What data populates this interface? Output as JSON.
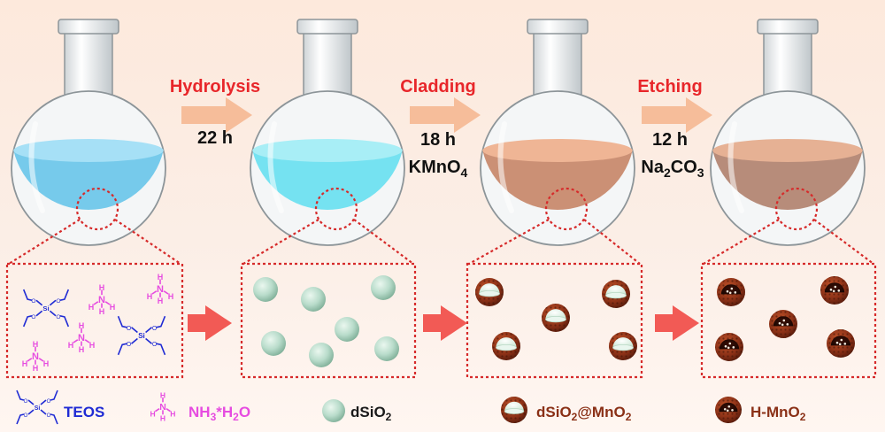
{
  "colors": {
    "title_red": "#e8262a",
    "arrow_peach": "#f6bd9a",
    "arrow_red": "#f25a55",
    "teos_blue": "#1f2bd4",
    "nh3_magenta": "#e64ce0",
    "silica_green": "#b9dccb",
    "mno2_brown": "#8a3016",
    "dashed_red": "#d62a2a"
  },
  "flasks": [
    {
      "liquid": "#6fc7ea",
      "surface": "#a6e0f6"
    },
    {
      "liquid": "#6ee0f0",
      "surface": "#a8eef6"
    },
    {
      "liquid": "#c88a6e",
      "surface": "#efb595"
    },
    {
      "liquid": "#b38673",
      "surface": "#e6b194"
    }
  ],
  "steps": [
    {
      "title": "Hydrolysis",
      "time": "22 h",
      "reagent": "",
      "reagent_sub": "",
      "reagent_tail": ""
    },
    {
      "title": "Cladding",
      "time": "18 h",
      "reagent": "KMnO",
      "reagent_sub": "4",
      "reagent_tail": ""
    },
    {
      "title": "Etching",
      "time": "12 h",
      "reagent": "Na",
      "reagent_sub": "2",
      "reagent_tail": "CO3"
    }
  ],
  "legend": {
    "teos": "TEOS",
    "nh3": {
      "main": "NH",
      "sub": "3",
      "tail": "*H",
      "sub2": "2",
      "end": "O"
    },
    "dsio2": {
      "main": "dSiO",
      "sub": "2"
    },
    "core_shell": {
      "main": "dSiO",
      "sub": "2",
      "mid": "@MnO",
      "sub2": "2"
    },
    "hollow": {
      "main": "H-MnO",
      "sub": "2"
    }
  }
}
